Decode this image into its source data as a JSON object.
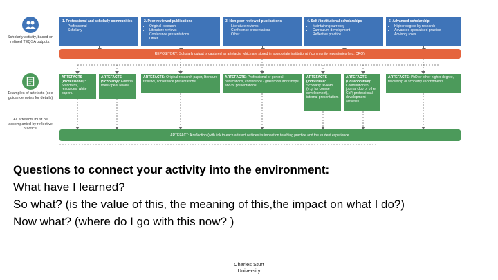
{
  "diagram": {
    "side": {
      "top_label": "Scholarly activity, based on refined TEQSA outputs.",
      "middle_label": "Examples of artefacts (see guidance notes for details)",
      "bottom_label": "All artefacts must be accompanied by reflective practice."
    },
    "activities": [
      {
        "title": "1. Professional and scholarly communities",
        "items": [
          "Professional",
          "Scholarly"
        ]
      },
      {
        "title": "2. Peer-reviewed publications",
        "items": [
          "Original research",
          "Literature reviews",
          "Conference presentations",
          "Other"
        ]
      },
      {
        "title": "3. Non-peer reviewed publications",
        "items": [
          "Literature reviews",
          "Conference presentations",
          "Other"
        ]
      },
      {
        "title": "4. Self / institutional scholarships",
        "items": [
          "Maintaining currency",
          "Curriculum development",
          "Reflective practice"
        ]
      },
      {
        "title": "5. Advanced scholarship",
        "items": [
          "Higher degree by research",
          "Advanced specialised practice",
          "Advisory roles"
        ]
      }
    ],
    "repository": "REPOSITORY: Scholarly output is captured as artefacts, which are stored in appropriate institutional / community repositories (e.g. CRO).",
    "artefacts": [
      {
        "title": "ARTEFACTS (Professional):",
        "text": "Standards, resources, white papers."
      },
      {
        "title": "ARTEFACTS (Scholarly):",
        "text": "Editorial roles / peer review."
      },
      {
        "title": "ARTEFACTS:",
        "text": "Original research paper, literature reviews, conference presentations."
      },
      {
        "title": "ARTEFACTS:",
        "text": "Professional or general publications, conference / grassroots workshops and/or presentations."
      },
      {
        "title": "ARTEFACTS (Individual):",
        "text": "Scholarly reviews (e.g. for course development), internal presentation."
      },
      {
        "title": "ARTEFACTS (Collaborative):",
        "text": "Contribution to journal club or other CoP, professional development activities."
      },
      {
        "title": "ARTEFACTS:",
        "text": "PhD or other higher degree, fellowship or scholarly secondments."
      }
    ],
    "reflection": "ARTEFACT: A reflection (with link to each artefact outlines its impact on teaching practice and the student experience."
  },
  "questions": {
    "heading": "Questions to connect your activity into the environment:",
    "lines": [
      "What have I learned?",
      "So what? (is the value of this, the meaning of this,the impact on what I do?)",
      "Now what?  (where do I go with this now? )"
    ]
  },
  "footer": {
    "line1": "Charles Sturt",
    "line2": "University"
  },
  "colors": {
    "blue": "#3f74b8",
    "orange": "#e5643d",
    "green": "#4c9a5b",
    "arrow": "#666666"
  }
}
